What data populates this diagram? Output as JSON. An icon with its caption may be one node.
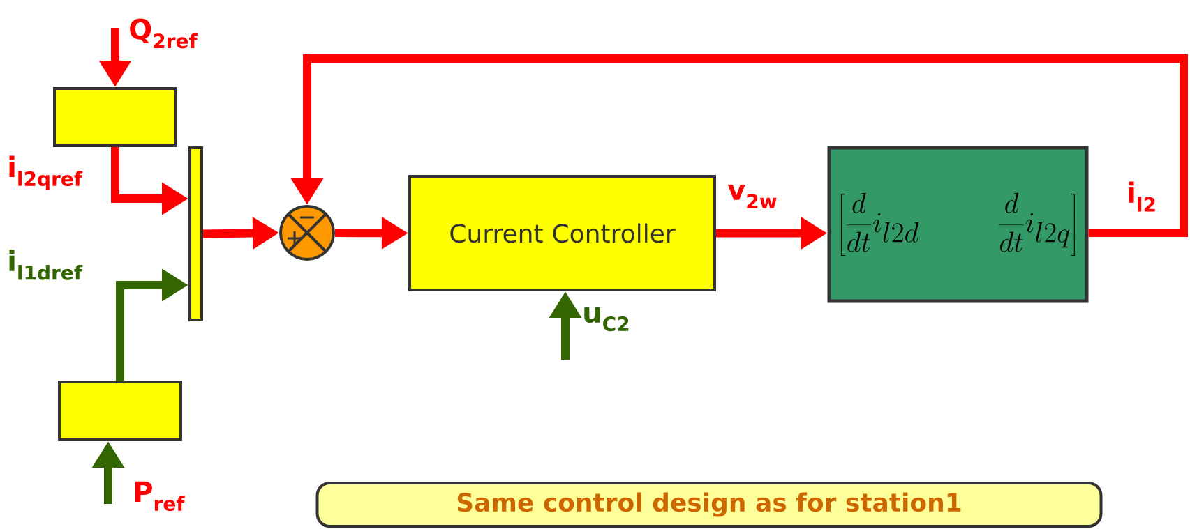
{
  "diagram": {
    "nodes": [
      {
        "text": [],
        "shape": "box"
      },
      {
        "text": [],
        "shape": "box"
      },
      {
        "text": [],
        "shape": "bar"
      },
      {
        "text": [],
        "shape": "circle"
      },
      {
        "text": [
          "Current Controller"
        ]
      },
      {
        "text": [
          "\\left[\\frac{d}{dt}i_{l2d}\\qquad\\frac{d}{dt}i_{l2q}\\right]"
        ]
      },
      {
        "text": [
          "Same control design as for station1"
        ]
      }
    ],
    "edges": [
      {
        "from": null,
        "to": 0,
        "arrow": "to",
        "label": "Q$_{2ref}$"
      },
      {
        "from": 0,
        "to": 2,
        "arrow": "to",
        "label": "i$_{l2qref}$"
      },
      {
        "from": 1,
        "to": 2,
        "arrow": "to",
        "label": "i$_{l1dref}$",
        "color": "#336600"
      },
      {
        "from": null,
        "to": 1,
        "arrow": "to",
        "label": "P$_{ref}$",
        "color": "#336600"
      },
      {
        "from": 2,
        "to": 3,
        "arrow": "to"
      },
      {
        "from": 3,
        "to": 4,
        "arrow": "to"
      },
      {
        "from": null,
        "to": 4,
        "arrow": "to",
        "label": "u$_{C2}$",
        "color": "#336600"
      },
      {
        "from": 4,
        "to": 5,
        "arrow": "to",
        "label": "v$_{2w}$"
      },
      {
        "from": 5,
        "to": 3,
        "arrow": "to",
        "label": "i$_{l2}$"
      }
    ]
  }
}
